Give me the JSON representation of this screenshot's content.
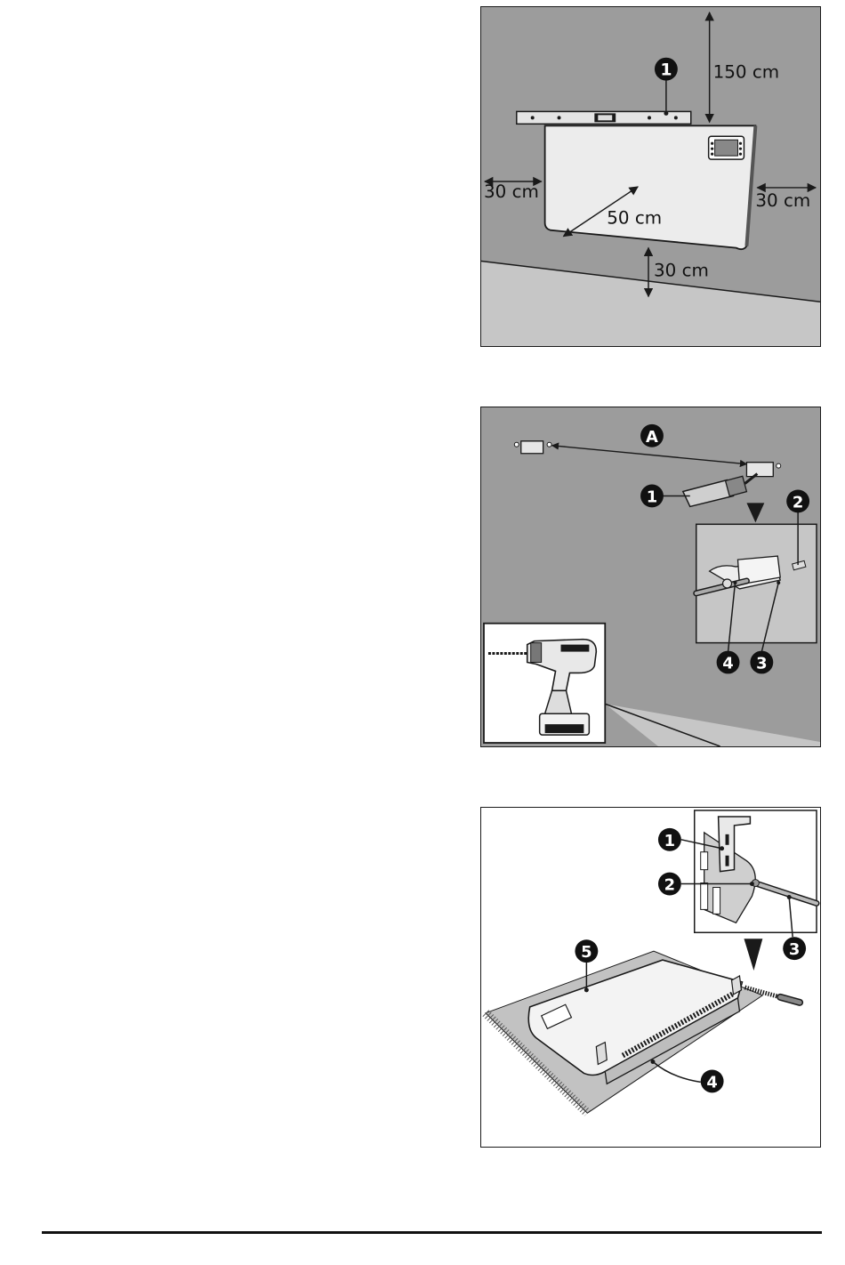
{
  "figure1": {
    "callout": "1",
    "dim_top": "150 cm",
    "dim_left": "30 cm",
    "dim_right": "30 cm",
    "dim_front": "50 cm",
    "dim_floor": "30 cm"
  },
  "figure2": {
    "callout_a": "A",
    "callout_1": "1",
    "callout_2": "2",
    "callout_3": "3",
    "callout_4": "4"
  },
  "figure3": {
    "callout_1": "1",
    "callout_2": "2",
    "callout_3": "3",
    "callout_4": "4",
    "callout_5": "5"
  },
  "colors": {
    "wall": "#9c9c9c",
    "floor": "#c6c6c6",
    "heater": "#ececec",
    "outline": "#1a1a1a"
  }
}
